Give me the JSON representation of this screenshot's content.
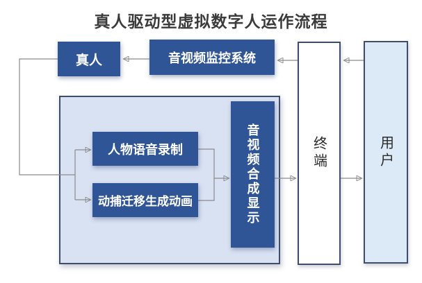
{
  "title": "真人驱动型虚拟数字人运作流程",
  "nodes": {
    "person": {
      "label": "真人",
      "shape": "filled-blue"
    },
    "monitor": {
      "label": "音视频监控系统",
      "shape": "filled-blue"
    },
    "voice": {
      "label": "人物语音录制",
      "shape": "filled-blue"
    },
    "mocap": {
      "label": "动捕迁移生成动画",
      "shape": "filled-blue"
    },
    "synth": {
      "label": "音视频合成显示",
      "shape": "filled-blue-vertical"
    },
    "terminal": {
      "label": "终端",
      "shape": "outlined-white-vertical"
    },
    "user": {
      "label": "用户",
      "shape": "outlined-lightblue-vertical"
    }
  },
  "edges": [
    {
      "from": "用户",
      "to": "终端",
      "position": "top"
    },
    {
      "from": "终端",
      "to": "音视频监控系统",
      "position": "top"
    },
    {
      "from": "音视频监控系统",
      "to": "真人",
      "position": "top"
    },
    {
      "from": "真人",
      "to": "人物语音录制",
      "position": "left-down-branch"
    },
    {
      "from": "真人",
      "to": "动捕迁移生成动画",
      "position": "left-down-branch"
    },
    {
      "from": "人物语音录制",
      "to": "音视频合成显示",
      "position": "merge"
    },
    {
      "from": "动捕迁移生成动画",
      "to": "音视频合成显示",
      "position": "merge"
    },
    {
      "from": "音视频合成显示",
      "to": "终端",
      "position": "middle"
    },
    {
      "from": "终端",
      "to": "用户",
      "position": "middle"
    }
  ],
  "colors": {
    "accent": "#2f5597",
    "container-fill": "#d9e2f3",
    "user-fill": "#dce9f7",
    "terminal-fill": "#ffffff",
    "border": "#3e4d6b",
    "line": "#8a8a8a",
    "arrow": "#1c1c1c",
    "title-color": "#3b3b3b"
  }
}
